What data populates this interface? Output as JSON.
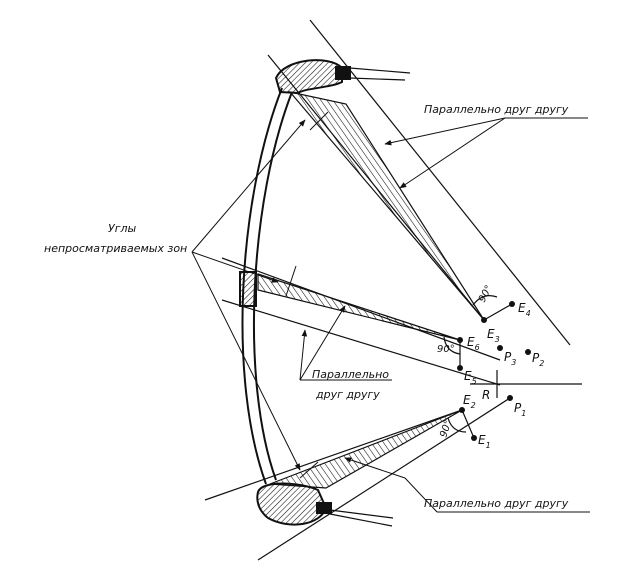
{
  "labels": {
    "parallel_top": "Параллельно друг другу",
    "parallel_mid_1": "Параллельно",
    "parallel_mid_2": "друг другу",
    "parallel_bottom": "Параллельно друг другу",
    "blind_angles_1": "Углы",
    "blind_angles_2": "непросматриваемых зон",
    "angle_90": "90°",
    "R": "R"
  },
  "points": [
    {
      "name": "E",
      "sub": "1"
    },
    {
      "name": "E",
      "sub": "2"
    },
    {
      "name": "E",
      "sub": "3"
    },
    {
      "name": "E",
      "sub": "4"
    },
    {
      "name": "E",
      "sub": "5"
    },
    {
      "name": "E",
      "sub": "6"
    },
    {
      "name": "P",
      "sub": "1"
    },
    {
      "name": "P",
      "sub": "2"
    },
    {
      "name": "P",
      "sub": "3"
    }
  ],
  "colors": {
    "ink": "#111111",
    "background": "#ffffff"
  }
}
